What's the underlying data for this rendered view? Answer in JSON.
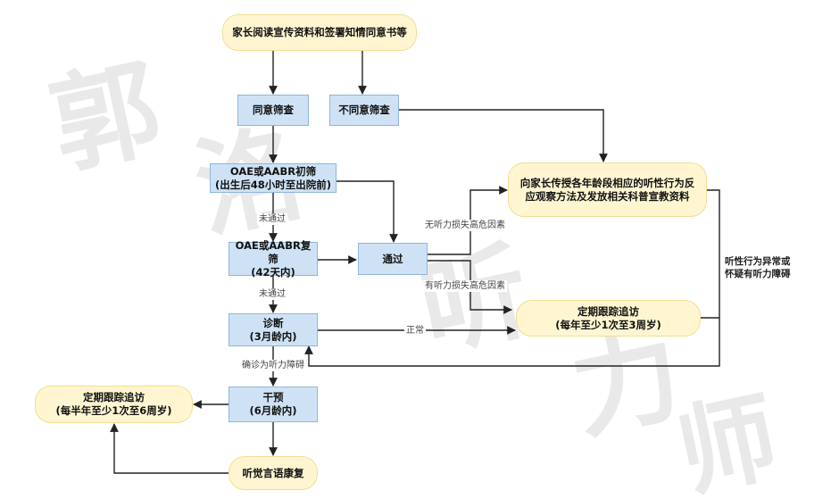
{
  "nodes": {
    "start": "家长阅读宣传资料和签署知情同意书等",
    "agree": "同意筛查",
    "disagree": "不同意筛查",
    "initial_1": "OAE或AABR初筛",
    "initial_2": "(出生后48小时至出院前)",
    "educate_1": "向家长传授各年龄段相应的听性行为反",
    "educate_2": "应观察方法及发放相关科普宣教资料",
    "rescreen_1": "OAE或AABR复筛",
    "rescreen_2": "(42天内)",
    "pass": "通过",
    "followup_1": "定期跟踪追访",
    "followup_2": "(每年至少1次至3周岁)",
    "diagnose_1": "诊断",
    "diagnose_2": "(3月龄内)",
    "intervene_1": "干预",
    "intervene_2": "(6月龄内)",
    "followup6_1": "定期跟踪追访",
    "followup6_2": "(每半年至少1次至6周岁)",
    "rehab": "听觉言语康复"
  },
  "edge_labels": {
    "fail_1": "未通过",
    "fail_2": "未通过",
    "no_risk": "无听力损失高危因素",
    "has_risk": "有听力损失高危因素",
    "normal": "正常",
    "confirmed": "确诊为听力障碍",
    "abnormal_1": "听性行为异常或",
    "abnormal_2": "怀疑有听力障碍"
  },
  "colors": {
    "blue_fill": "#cfe2f5",
    "blue_border": "#8fb5dc",
    "yellow_fill": "#fff6d1",
    "yellow_border": "#f2dd93",
    "line": "#222222",
    "watermark": "#e9e9e9"
  }
}
